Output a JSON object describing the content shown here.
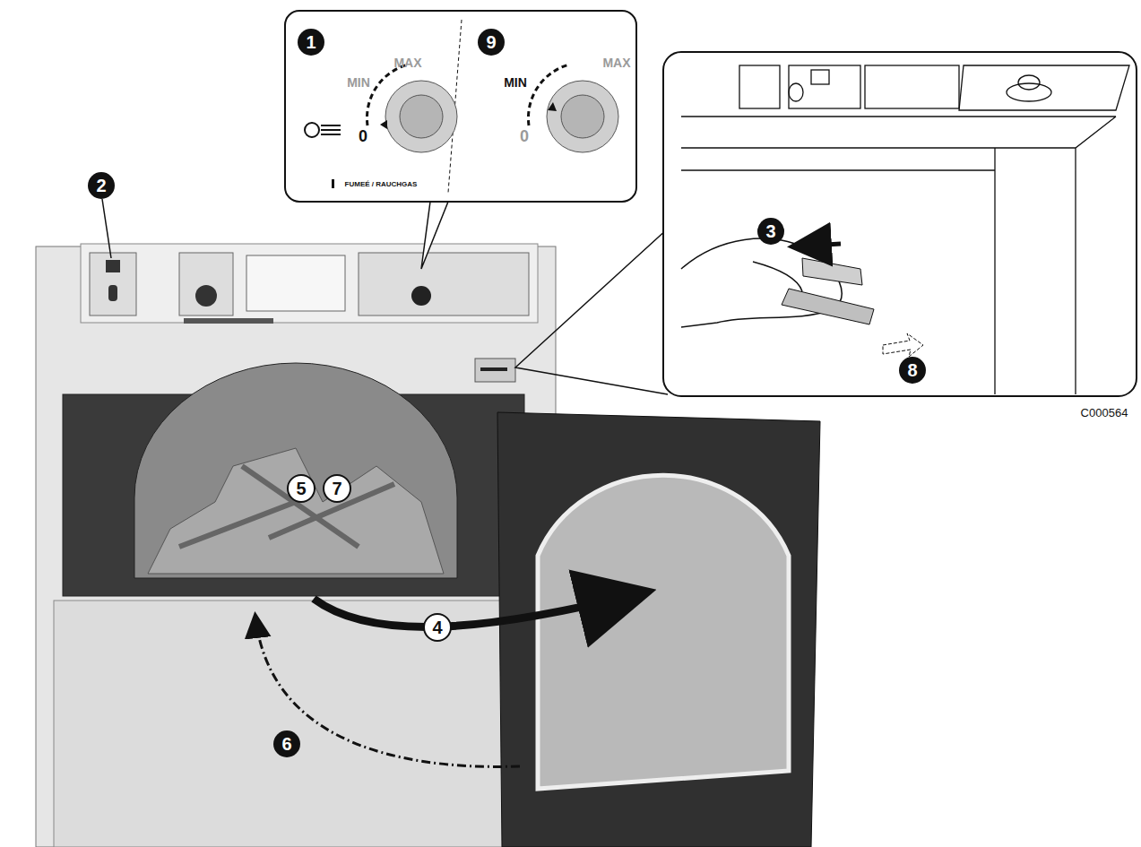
{
  "diagram": {
    "labels": [
      "1",
      "MIN",
      "MAX",
      "0",
      "FUMEÉ / RAUCHGAS",
      "9",
      "MIN",
      "MAX",
      "0",
      "2",
      "3",
      "8",
      "5",
      "7",
      "4",
      "6",
      "C000564"
    ]
  }
}
